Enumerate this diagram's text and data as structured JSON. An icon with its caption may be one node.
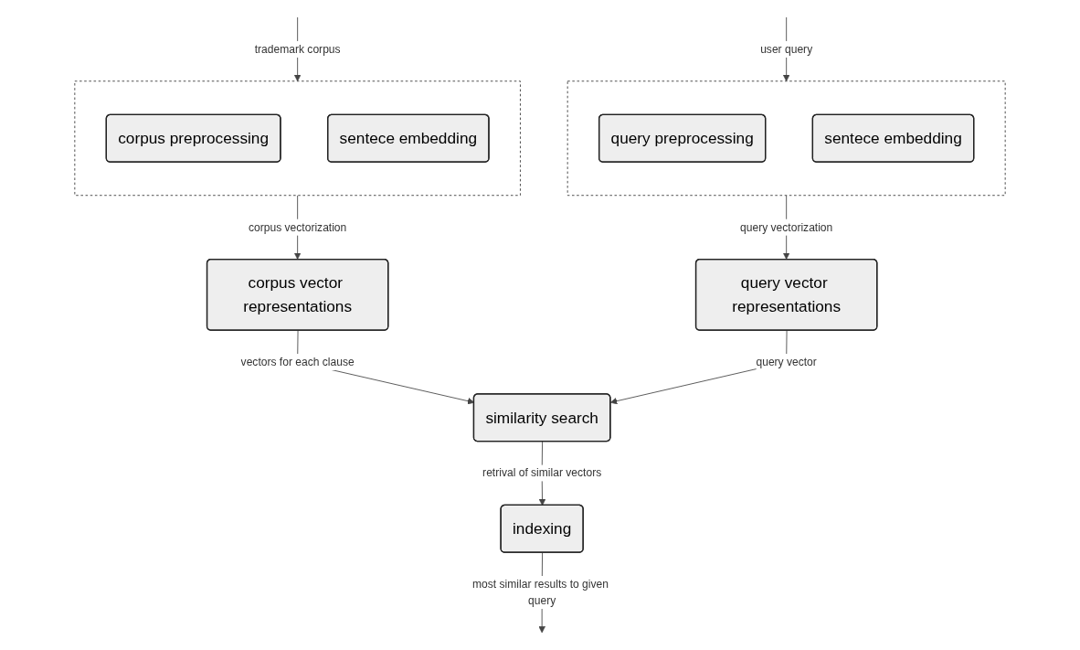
{
  "diagram": {
    "nodes": [
      {
        "text": [],
        "shape": "box"
      },
      {
        "text": [
          "corpus preprocessing"
        ],
        "in": 0
      },
      {
        "text": [
          "sentece embedding"
        ],
        "in": 0
      },
      {
        "text": [],
        "shape": "box"
      },
      {
        "text": [
          "query preprocessing"
        ],
        "in": 3
      },
      {
        "text": [
          "sentece embedding"
        ],
        "in": 3
      },
      {
        "text": [
          "corpus vector representations"
        ]
      },
      {
        "text": [
          "similarity search"
        ]
      },
      {
        "text": [
          "query vector representations"
        ]
      },
      {
        "text": [
          "indexing"
        ]
      }
    ],
    "edges": [
      {
        "from": null,
        "to": 0,
        "arrow": "to",
        "label": "trademark corpus"
      },
      {
        "from": null,
        "to": 3,
        "arrow": "to",
        "label": "user query"
      },
      {
        "from": 0,
        "to": 6,
        "arrow": "to",
        "label": "corpus vectorization"
      },
      {
        "from": 3,
        "to": 8,
        "arrow": "to",
        "label": "query vectorization"
      },
      {
        "from": 6,
        "to": 7,
        "arrow": "to",
        "label": "vectors for each clause"
      },
      {
        "from": 8,
        "to": 7,
        "arrow": "to",
        "label": "query vector"
      },
      {
        "from": 7,
        "to": 9,
        "arrow": "to",
        "label": "retrival of similar vectors"
      },
      {
        "from": 9,
        "to": null,
        "arrow": "to",
        "label": "most similar results to given query"
      }
    ]
  }
}
